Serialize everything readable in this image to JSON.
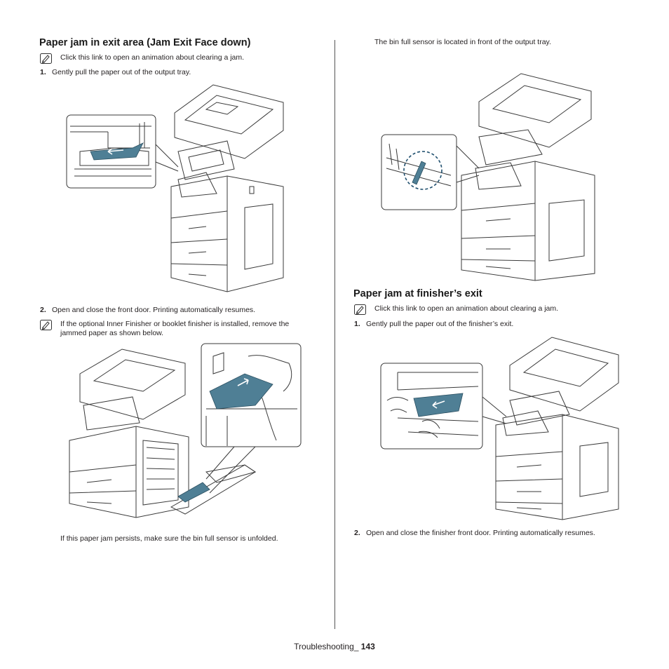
{
  "left": {
    "heading": "Paper jam in exit area (Jam Exit Face down)",
    "note1": "Click this link to open an animation about clearing a jam.",
    "step1_num": "1.",
    "step1": "Gently pull the paper out of the output tray.",
    "step2_num": "2.",
    "step2": "Open and close the front door. Printing automatically resumes.",
    "note2_line1": "If the optional Inner Finisher or booklet finisher is installed, remove the",
    "note2_line2": "jammed paper as shown below.",
    "persist": "If this paper jam persists, make sure the bin full sensor is unfolded."
  },
  "right": {
    "sensor_text": "The bin full sensor is located in front of the output tray.",
    "heading": "Paper jam at finisher’s exit",
    "note1": "Click this link to open an animation about clearing a jam.",
    "step1_num": "1.",
    "step1": "Gently pull the paper out of the finisher’s exit.",
    "step2_num": "2.",
    "step2": "Open and close the finisher front door. Printing automatically resumes."
  },
  "footer": {
    "section": "Troubleshooting_",
    "page": "143"
  },
  "colors": {
    "paper_jam": "#4f7f95",
    "line": "#3a3a3a"
  },
  "icons": {
    "note": "note-pencil-icon"
  }
}
